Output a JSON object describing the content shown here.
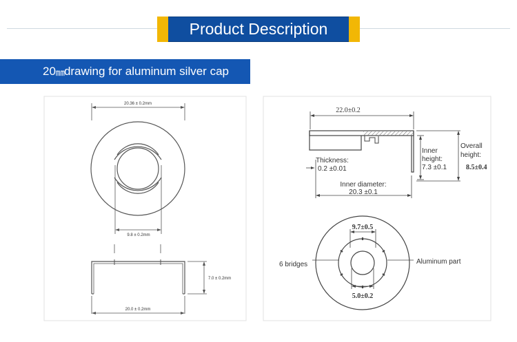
{
  "header": {
    "title": "Product Description"
  },
  "subtitle": {
    "size": "20",
    "unit": "㎜",
    "text": "drawing for aluminum silver cap"
  },
  "left_top": {
    "overall_dim": "20.36 ± 0.2mm",
    "inner_dim": "9.8 ± 0.2mm"
  },
  "left_bottom": {
    "height_dim": "7.0 ± 0.2mm",
    "width_dim": "20.0 ± 0.2mm"
  },
  "right_top": {
    "width_dim": "22.0±0.2",
    "thickness_label": "Thickness:",
    "thickness_value": "0.2 ±0.01",
    "inner_height_label_1": "Inner",
    "inner_height_label_2": "height:",
    "inner_height_value": "7.3 ±0.1",
    "overall_height_label_1": "Overall",
    "overall_height_label_2": "height:",
    "overall_height_value": "8.5±0.4",
    "inner_diameter_label": "Inner diameter:",
    "inner_diameter_value": "20.3 ±0.1"
  },
  "right_bottom": {
    "top_dim": "9.7±0.5",
    "bottom_dim": "5.0±0.2",
    "left_label": "6 bridges",
    "right_label": "Aluminum part"
  }
}
